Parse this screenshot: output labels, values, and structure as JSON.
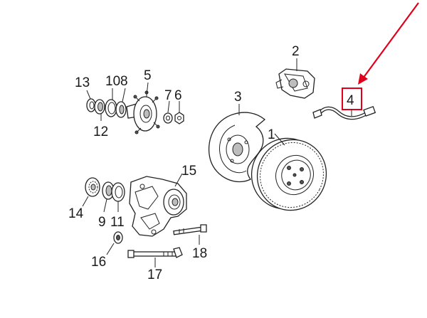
{
  "callouts": {
    "c1": "1",
    "c2": "2",
    "c3": "3",
    "c4": "4",
    "c5": "5",
    "c6": "6",
    "c7": "7",
    "c8": "8",
    "c9": "9",
    "c10": "10",
    "c11": "11",
    "c12": "12",
    "c13": "13",
    "c14": "14",
    "c15": "15",
    "c16": "16",
    "c17": "17",
    "c18": "18"
  },
  "highlight": {
    "callout": "4",
    "box_color": "#e0001b",
    "arrow_color": "#e0001b"
  }
}
